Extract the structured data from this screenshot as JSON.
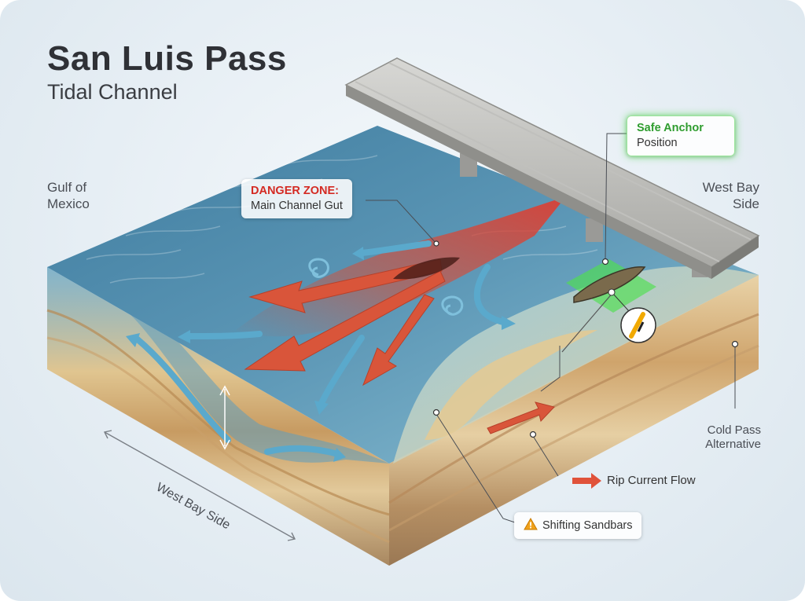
{
  "header": {
    "title": "San Luis Pass",
    "subtitle": "Tidal Channel"
  },
  "labels": {
    "gulf": "Gulf of Mexico",
    "west_bay_top": "West Bay Side",
    "west_bay_edge": "West Bay Side",
    "cold_pass": "Cold Pass Alternative"
  },
  "callouts": {
    "danger_title": "DANGER ZONE:",
    "danger_text": "Main Channel Gut",
    "safe_title": "Safe Anchor",
    "safe_text": "Position"
  },
  "legend": {
    "rip": "Rip Current Flow",
    "sandbars": "Shifting Sandbars"
  },
  "colors": {
    "danger": "#d42a22",
    "safe": "#2f9d2f",
    "rip_arrow": "#d9553a",
    "flow_arrow": "#5aa9cc",
    "water": "#4d86a8",
    "sand": "#e1c596"
  },
  "icons": [
    "warning-icon",
    "kayak-icon",
    "anchor-icon",
    "bridge-icon",
    "arrow-icon"
  ]
}
